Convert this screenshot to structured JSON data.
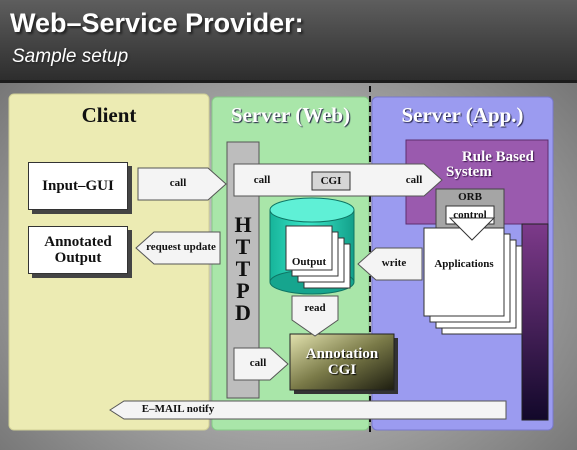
{
  "header": {
    "title": "Web–Service Provider:",
    "subtitle": "Sample setup"
  },
  "panels": {
    "client": "Client",
    "server_web": "Server (Web)",
    "server_app": "Server (App.)"
  },
  "client_boxes": {
    "input_gui": "Input–GUI",
    "annotated_output_line1": "Annotated",
    "annotated_output_line2": "Output"
  },
  "server_web": {
    "httpd_letters": [
      "H",
      "T",
      "T",
      "P",
      "D"
    ],
    "cgi": "CGI",
    "output": "Output",
    "annotation_cgi_line1": "Annotation",
    "annotation_cgi_line2": "CGI"
  },
  "server_app": {
    "rule_based_line1": "Rule Based",
    "rule_based_line2": "System",
    "orb": "ORB",
    "control": "control",
    "applications": "Applications"
  },
  "arrows": {
    "call_client": "call",
    "call_httpd": "call",
    "call_app": "call",
    "request_update": "request update",
    "write": "write",
    "read": "read",
    "call_annotation": "call",
    "email_notify": "E–MAIL notify"
  },
  "colors": {
    "client_panel": "#ecebb3",
    "web_panel": "#a9e6a9",
    "app_panel": "#9b9bf0",
    "rule_box": "#9a5aae",
    "cylinder": "#1fd0b2",
    "arrow_fill": "#f4f4f4"
  }
}
